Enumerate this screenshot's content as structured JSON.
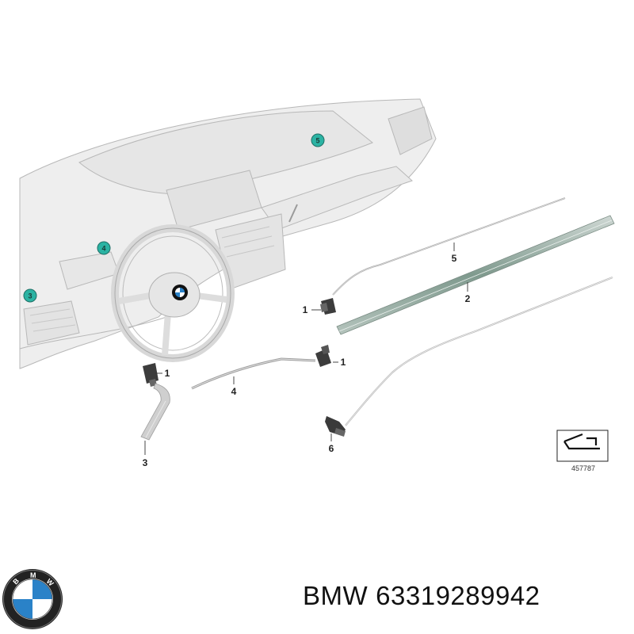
{
  "callouts": {
    "c1a": "1",
    "c1b": "1",
    "c1c": "1",
    "c2": "2",
    "c3": "3",
    "c4": "4",
    "c5": "5",
    "c6": "6"
  },
  "badges": {
    "b3": "3",
    "b4": "4",
    "b5": "5"
  },
  "badge_color": "#2bb3a3",
  "reference_number": "457787",
  "brand_logo": {
    "icon": "bmw-roundel-icon",
    "lettering": "BMW",
    "colors": {
      "blue": "#2a82c8",
      "black": "#111111",
      "white": "#ffffff"
    }
  },
  "footer": {
    "brand": "BMW",
    "part_number": "63319289942"
  }
}
